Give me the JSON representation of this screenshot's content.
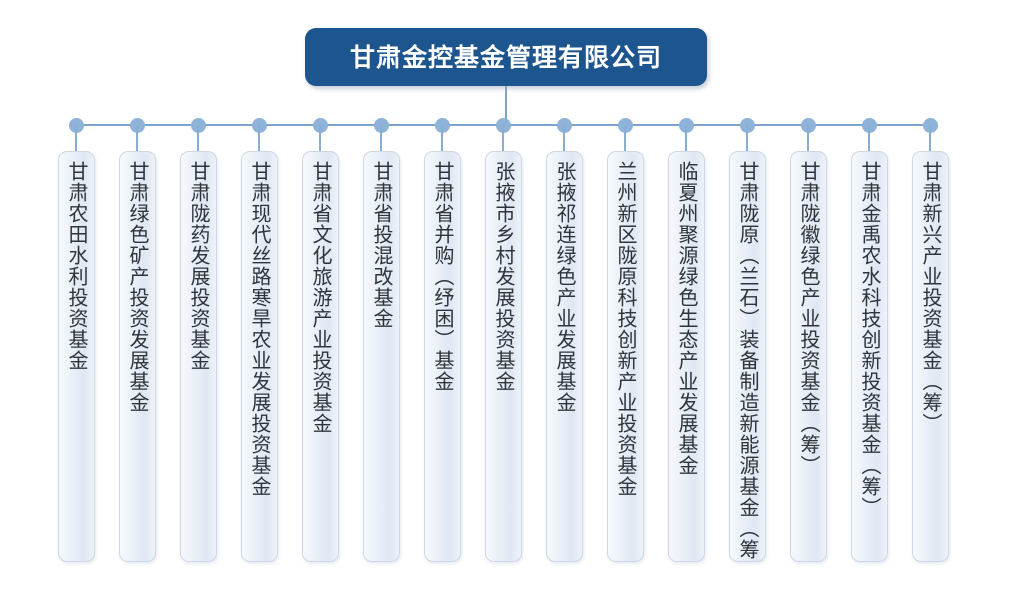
{
  "diagram": {
    "type": "organization-chart",
    "orientation": "top-down-vertical-labels",
    "root": {
      "label": "甘肃金控基金管理有限公司",
      "box_color": "#1d558f",
      "text_color": "#ffffff"
    },
    "connector": {
      "line_color": "#7ba3cd",
      "node_color": "#8fb2d8",
      "node_count": 15
    },
    "card_style": {
      "border_color": "#cdd7e6",
      "fill_start": "#f7f9fc",
      "fill_end": "#dfe7f3",
      "text_color": "#30343a"
    },
    "children": [
      {
        "index": 1,
        "label": "甘肃农田水利投资基金"
      },
      {
        "index": 2,
        "label": "甘肃绿色矿产投资发展基金"
      },
      {
        "index": 3,
        "label": "甘肃陇药发展投资基金"
      },
      {
        "index": 4,
        "label": "甘肃现代丝路寒旱农业发展投资基金"
      },
      {
        "index": 5,
        "label": "甘肃省文化旅游产业投资基金"
      },
      {
        "index": 6,
        "label": "甘肃省投混改基金"
      },
      {
        "index": 7,
        "label": "甘肃省并购（纾困）基金"
      },
      {
        "index": 8,
        "label": "张掖市乡村发展投资基金"
      },
      {
        "index": 9,
        "label": "张掖祁连绿色产业发展基金"
      },
      {
        "index": 10,
        "label": "兰州新区陇原科技创新产业投资基金"
      },
      {
        "index": 11,
        "label": "临夏州聚源绿色生态产业发展基金"
      },
      {
        "index": 12,
        "label": "甘肃陇原（兰石）装备制造新能源基金（筹）"
      },
      {
        "index": 13,
        "label": "甘肃陇徽绿色产业投资基金（筹）"
      },
      {
        "index": 14,
        "label": "甘肃金禹农水科技创新投资基金（筹）"
      },
      {
        "index": 15,
        "label": "甘肃新兴产业投资基金（筹）"
      }
    ]
  }
}
